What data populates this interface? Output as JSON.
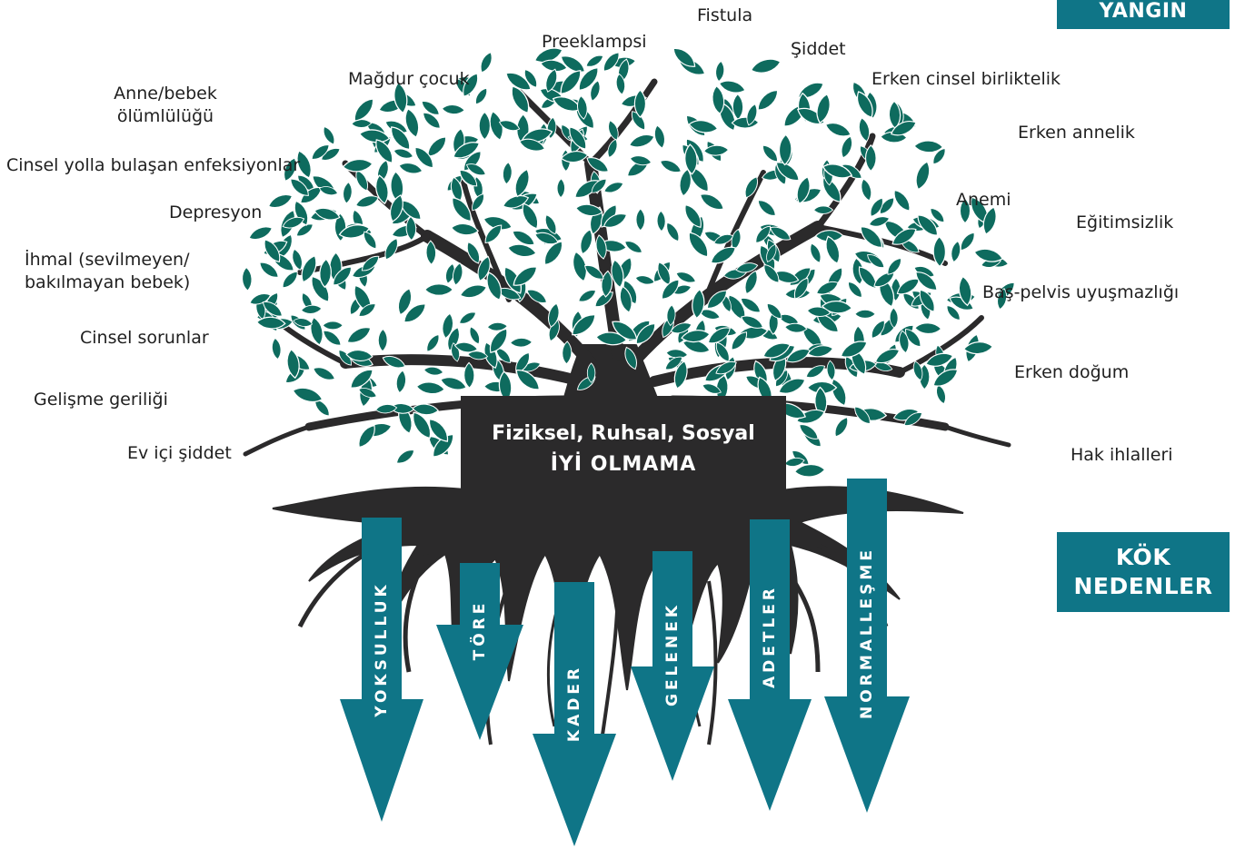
{
  "header": {
    "top_box_label": "YANGIN"
  },
  "symptoms_left": [
    {
      "line1": "Anne/bebek",
      "line2": "ölümlülüğü"
    },
    {
      "line1": "Mağdur çocuk"
    },
    {
      "line1": "Cinsel yolla bulaşan enfeksiyonlar"
    },
    {
      "line1": "Depresyon"
    },
    {
      "line1": "İhmal (sevilmeyen/",
      "line2": "bakılmayan bebek)"
    },
    {
      "line1": "Cinsel sorunlar"
    },
    {
      "line1": "Gelişme geriliği"
    },
    {
      "line1": "Ev içi şiddet"
    }
  ],
  "symptoms_top": [
    {
      "line1": "Preeklampsi"
    },
    {
      "line1": "Fistula"
    },
    {
      "line1": "Şiddet"
    }
  ],
  "symptoms_right": [
    {
      "line1": "Erken cinsel birliktelik"
    },
    {
      "line1": "Erken annelik"
    },
    {
      "line1": "Anemi"
    },
    {
      "line1": "Eğitimsizlik"
    },
    {
      "line1": "Baş-pelvis uyuşmazlığı"
    },
    {
      "line1": "Erken doğum"
    },
    {
      "line1": "Hak ihlalleri"
    }
  ],
  "center": {
    "line1": "Fiziksel, Ruhsal, Sosyal",
    "line2": "İYİ OLMAMA"
  },
  "root_box": {
    "line1": "KÖK",
    "line2": "NEDENLER"
  },
  "root_causes": [
    "YOKSULLUK",
    "TÖRE",
    "KADER",
    "GELENEK",
    "ADETLER",
    "NORMALLEŞME"
  ],
  "colors": {
    "teal": "#0f7587",
    "leaf": "#0e6b5e",
    "trunk": "#2b2a2b",
    "text": "#1f1f1f"
  }
}
